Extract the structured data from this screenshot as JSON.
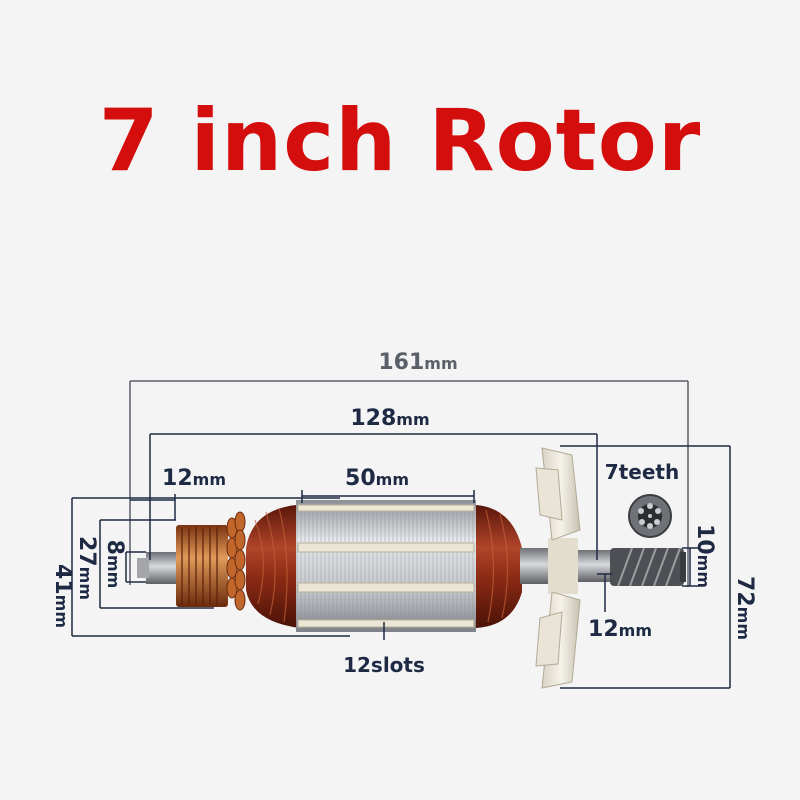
{
  "title": "7 inch Rotor",
  "dimensions": {
    "overall_length": {
      "value": "161",
      "unit": "mm"
    },
    "core_to_tip": {
      "value": "128",
      "unit": "mm"
    },
    "core_length": {
      "value": "50",
      "unit": "mm"
    },
    "commutator_shaft_length": {
      "value": "12",
      "unit": "mm"
    },
    "gear_shaft_length": {
      "value": "12",
      "unit": "mm"
    },
    "commutator_shaft_dia": {
      "value": "8",
      "unit": "mm"
    },
    "commutator_dia": {
      "value": "27",
      "unit": "mm"
    },
    "core_dia": {
      "value": "41",
      "unit": "mm"
    },
    "gear_dia": {
      "value": "10",
      "unit": "mm"
    },
    "fan_dia": {
      "value": "72",
      "unit": "mm"
    }
  },
  "labels": {
    "slots": "12slots",
    "teeth": "7teeth"
  },
  "colors": {
    "title": "#d40d0d",
    "dimension_lines": "#1e2a44",
    "overall_line": "#5a5f6a",
    "copper": "#8a2a14",
    "steel": "#c9ccd0"
  }
}
